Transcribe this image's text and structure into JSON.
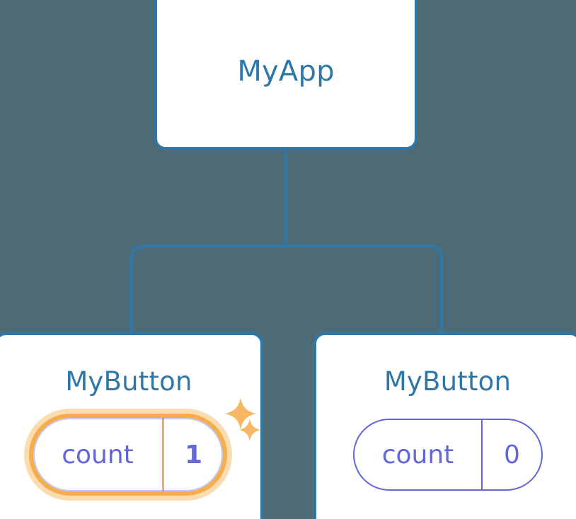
{
  "diagram": {
    "type": "component-tree",
    "title_text": "MyApp",
    "background_color": "#4c6b76",
    "line_color": "#2f77a8",
    "accent_color": "#f5ad4e",
    "accent_soft_color": "#fbdcae",
    "state_color": "#6366d8"
  },
  "root": {
    "label": "MyApp"
  },
  "children": [
    {
      "label": "MyButton",
      "state_key": "count",
      "state_value": "1",
      "highlighted": true
    },
    {
      "label": "MyButton",
      "state_key": "count",
      "state_value": "0",
      "highlighted": false
    }
  ],
  "icons": {
    "sparkle_large": "sparkle-icon",
    "sparkle_small": "sparkle-icon"
  }
}
